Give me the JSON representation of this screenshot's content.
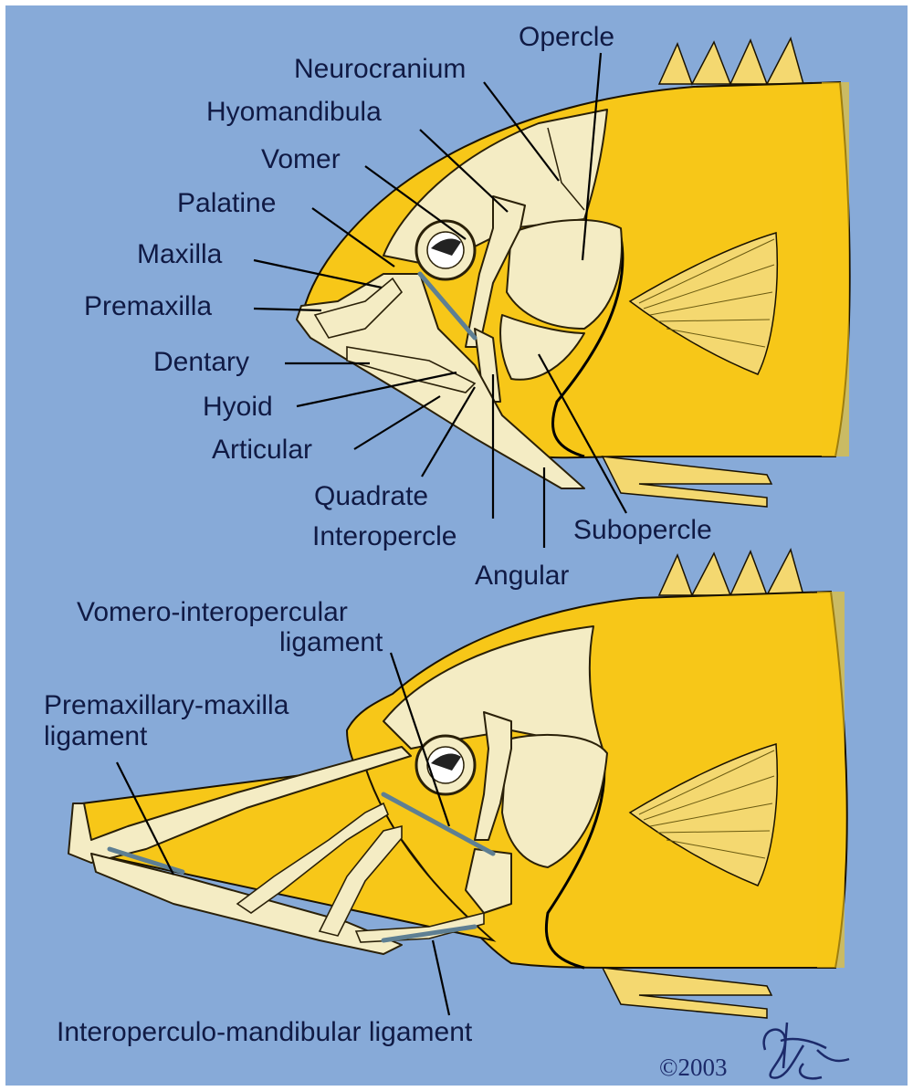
{
  "labels": {
    "opercle": "Opercle",
    "neurocranium": "Neurocranium",
    "hyomandibula": "Hyomandibula",
    "vomer": "Vomer",
    "palatine": "Palatine",
    "maxilla": "Maxilla",
    "premaxilla": "Premaxilla",
    "dentary": "Dentary",
    "hyoid": "Hyoid",
    "articular": "Articular",
    "quadrate": "Quadrate",
    "interopercle": "Interopercle",
    "angular": "Angular",
    "subopercle": "Subopercle",
    "vomero_line1": "Vomero-interopercular",
    "vomero_line2": "ligament",
    "premax_line1": "Premaxillary-maxilla",
    "premax_line2": "ligament",
    "interoperculo": "Interoperculo-mandibular ligament",
    "copyright": "©2003"
  },
  "colors": {
    "background": "#87aad8",
    "frame": "#ffffff",
    "fish_body": "#f7c718",
    "bone": "#f4ecc4",
    "ligament": "#5e7f93",
    "text": "#101a44"
  }
}
